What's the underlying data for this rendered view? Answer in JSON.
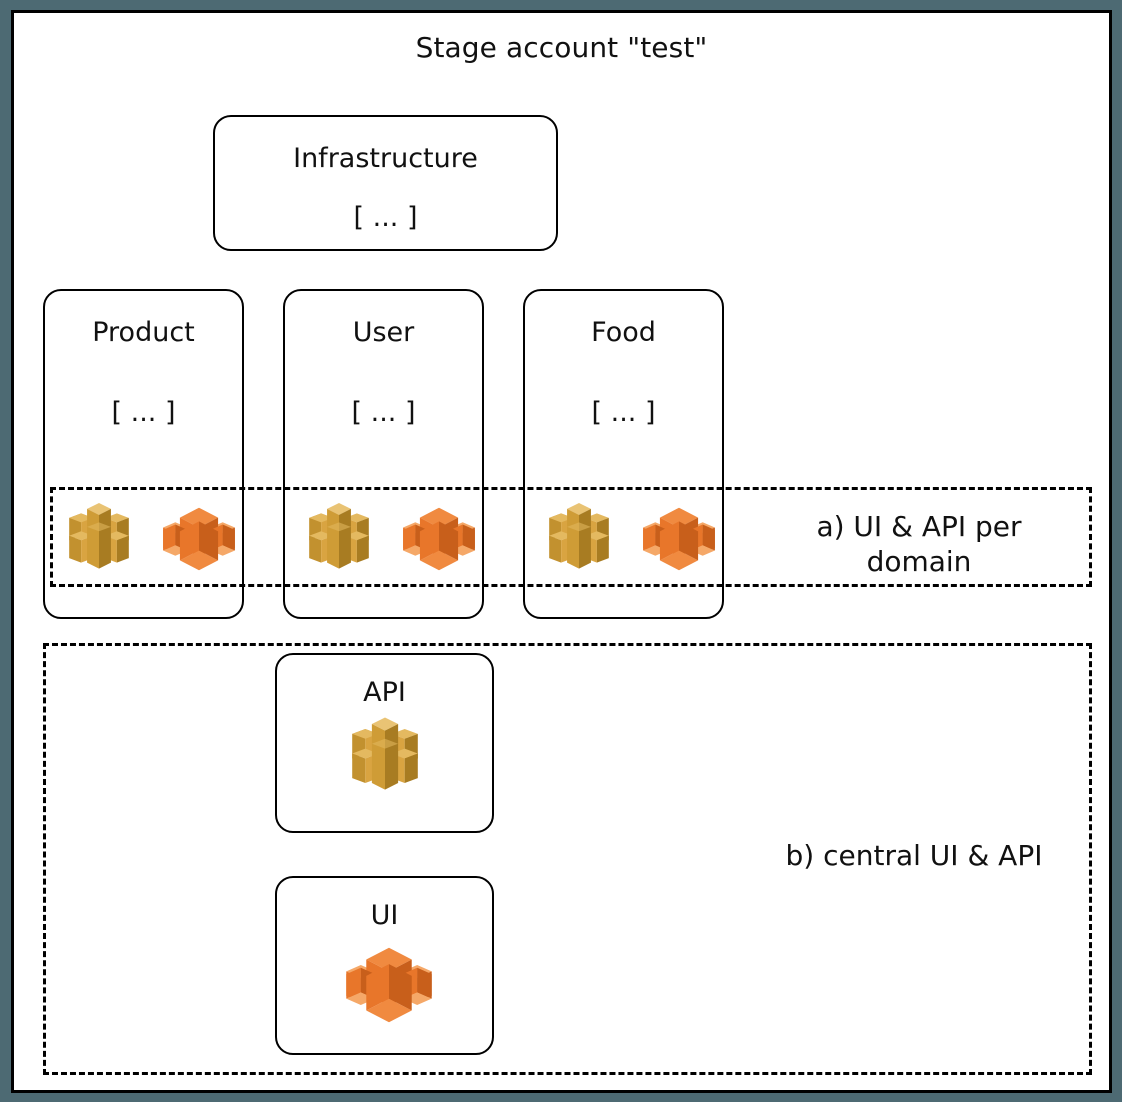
{
  "diagram": {
    "title": "Stage account \"test\"",
    "background_color": "#4d6a73",
    "canvas_color": "#ffffff",
    "border_color": "#000000"
  },
  "infrastructure": {
    "title": "Infrastructure",
    "body": "[ ... ]"
  },
  "domains": [
    {
      "title": "Product",
      "body": "[ ... ]",
      "icons": [
        "api-gateway-icon",
        "s3-cloudfront-icon"
      ]
    },
    {
      "title": "User",
      "body": "[ ... ]",
      "icons": [
        "api-gateway-icon",
        "s3-cloudfront-icon"
      ]
    },
    {
      "title": "Food",
      "body": "[ ... ]",
      "icons": [
        "api-gateway-icon",
        "s3-cloudfront-icon"
      ]
    }
  ],
  "zones": {
    "a": {
      "label": "a) UI & API per domain"
    },
    "b": {
      "label": "b) central UI & API"
    }
  },
  "central": {
    "api": {
      "title": "API",
      "icon": "api-gateway-icon"
    },
    "ui": {
      "title": "UI",
      "icon": "s3-cloudfront-icon"
    }
  },
  "colors": {
    "api_gateway_light": "#d9a441",
    "api_gateway_mid": "#c2912f",
    "api_gateway_dark": "#a87c22",
    "s3_light": "#f08a40",
    "s3_mid": "#e8762a",
    "s3_dark": "#c85f1b",
    "slate_background": "#4d6a73"
  }
}
